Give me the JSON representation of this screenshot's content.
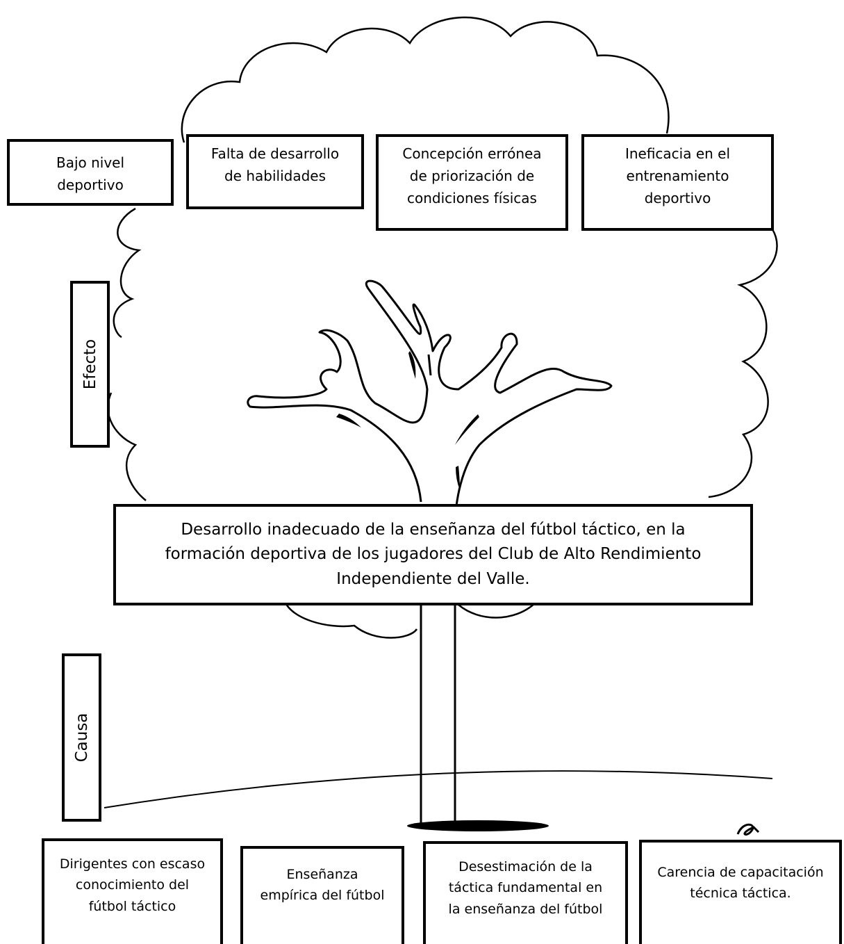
{
  "labels": {
    "effect": "Efecto",
    "cause": "Causa"
  },
  "central_problem": "Desarrollo inadecuado de la enseñanza del fútbol táctico, en la\nformación deportiva de los jugadores del Club de Alto Rendimiento\nIndependiente del Valle.",
  "effects": [
    "Bajo nivel\ndeportivo",
    "Falta de desarrollo\nde habilidades",
    "Concepción errónea\nde priorización de\ncondiciones físicas",
    "Ineficacia en el\nentrenamiento\ndeportivo"
  ],
  "causes": [
    "Dirigentes con escaso\nconocimiento del\nfútbol táctico",
    "Enseñanza\nempírica del fútbol",
    "Desestimación de la\ntáctica fundamental en\nla enseñanza del fútbol",
    "Carencia de capacitación\ntécnica táctica."
  ]
}
